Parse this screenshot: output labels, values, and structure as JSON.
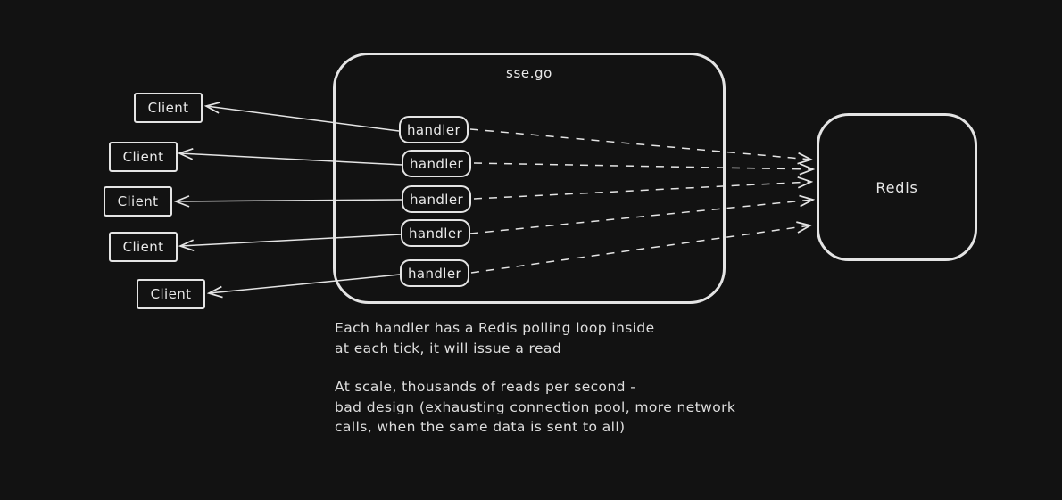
{
  "colors": {
    "background": "#121212",
    "stroke": "#e4e4e4",
    "text": "#e9e9e9"
  },
  "clients": [
    "Client",
    "Client",
    "Client",
    "Client",
    "Client"
  ],
  "container": {
    "title": "sse.go"
  },
  "handlers": [
    "handler",
    "handler",
    "handler",
    "handler",
    "handler"
  ],
  "redis": {
    "label": "Redis"
  },
  "notes": {
    "para1": "Each handler has a Redis polling loop inside\nat each tick, it will issue a read",
    "para2": "At scale, thousands of reads per second -\nbad design (exhausting connection pool, more network\ncalls, when the same data is sent to all)"
  }
}
